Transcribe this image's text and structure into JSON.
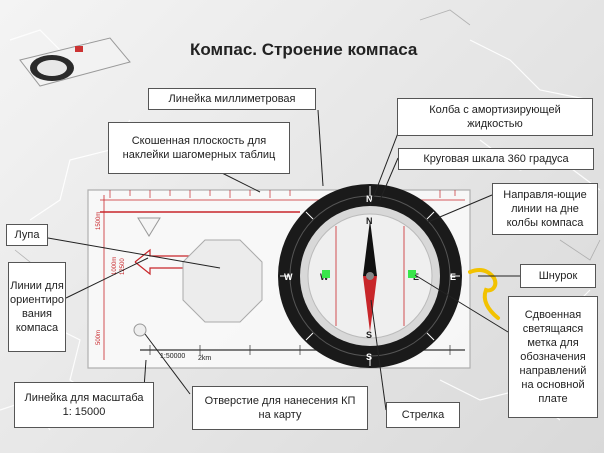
{
  "title": "Компас. Строение компаса",
  "labels": {
    "ruler_mm": "Линейка миллиметровая",
    "bevel": "Скошенная плоскость для наклейки шагомерных таблиц",
    "flask": "Колба с амортизирующей жидкостью",
    "scale360": "Круговая шкала 360 градуса",
    "guide_lines": "Направля-ющие линии на дне колбы компаса",
    "magnifier": "Лупа",
    "orient_lines": "Линии для ориентиро вания компаса",
    "cord": "Шнурок",
    "double_mark": "Сдвоенная светящаяся метка для обозначения направлений на основной плате",
    "scale_ruler": "Линейка для масштаба 1: 15000",
    "hole": "Отверстие для нанесения КП на карту",
    "needle": "Стрелка"
  },
  "compass_text": {
    "scale_label": "1:50000",
    "km": "2km",
    "side_scale_top": "1500m",
    "side_scale_bottom": "500m",
    "side_scale_mid1": "1000m",
    "side_scale_mid2": "12500"
  },
  "colors": {
    "accent_red": "#c8262a",
    "dial_black": "#1a1a1a",
    "cord_yellow": "#f2c200",
    "glow_green": "#39e64a"
  }
}
